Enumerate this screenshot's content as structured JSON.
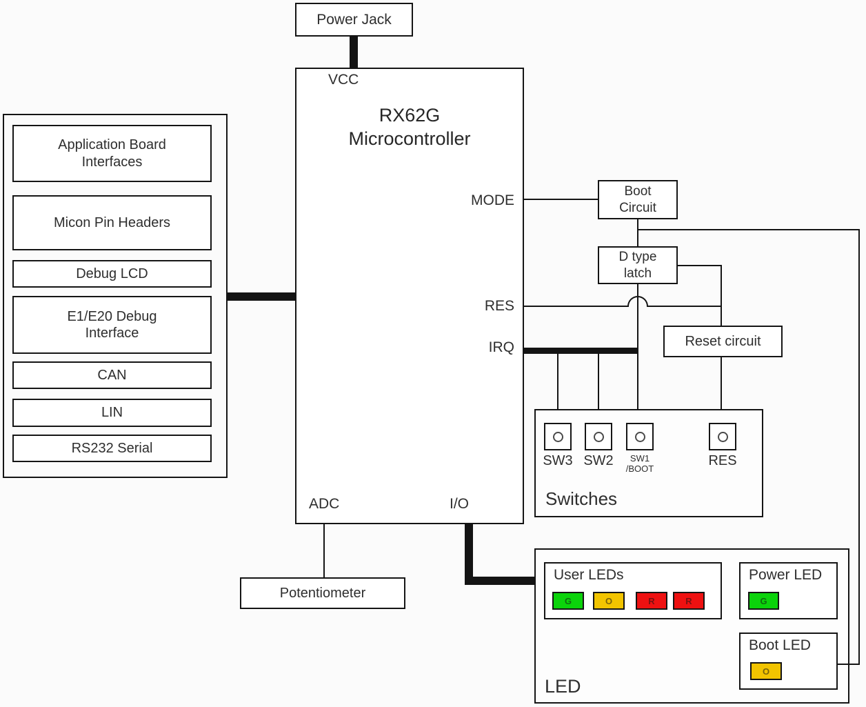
{
  "diagram": {
    "power_jack": {
      "label": "Power Jack"
    },
    "mcu": {
      "title_lines": [
        "RX62G",
        "Microcontroller"
      ],
      "pins": {
        "vcc": "VCC",
        "mode": "MODE",
        "res": "RES",
        "irq": "IRQ",
        "adc": "ADC",
        "io": "I/O"
      }
    },
    "left_panel": {
      "items": [
        {
          "lines": [
            "Application Board",
            "Interfaces"
          ]
        },
        {
          "lines": [
            "Micon Pin Headers"
          ]
        },
        {
          "lines": [
            "Debug LCD"
          ]
        },
        {
          "lines": [
            "E1/E20 Debug",
            "Interface"
          ]
        },
        {
          "lines": [
            "CAN"
          ]
        },
        {
          "lines": [
            "LIN"
          ]
        },
        {
          "lines": [
            "RS232 Serial"
          ]
        }
      ]
    },
    "boot_circuit": {
      "lines": [
        "Boot",
        "Circuit"
      ]
    },
    "d_type_latch": {
      "lines": [
        "D type",
        "latch"
      ]
    },
    "reset_circuit": {
      "label": "Reset circuit"
    },
    "switches": {
      "title": "Switches",
      "sw3": "SW3",
      "sw2": "SW2",
      "sw1_lines": [
        "SW1",
        "/BOOT"
      ],
      "res": "RES"
    },
    "potentiometer": {
      "label": "Potentiometer"
    },
    "led_section": {
      "title": "LED",
      "user_leds": {
        "label": "User LEDs",
        "chips": [
          {
            "letter": "G",
            "color": "#0bd30b"
          },
          {
            "letter": "O",
            "color": "#f2c400"
          },
          {
            "letter": "R",
            "color": "#ee1111"
          },
          {
            "letter": "R",
            "color": "#ee1111"
          }
        ]
      },
      "power_led": {
        "label": "Power LED",
        "chip": {
          "letter": "G",
          "color": "#0bd30b"
        }
      },
      "boot_led": {
        "label": "Boot LED",
        "chip": {
          "letter": "O",
          "color": "#f2c400"
        }
      }
    },
    "colors": {
      "line": "#141414",
      "box_bg": "#ffffff",
      "background": "#fbfbfb"
    }
  }
}
